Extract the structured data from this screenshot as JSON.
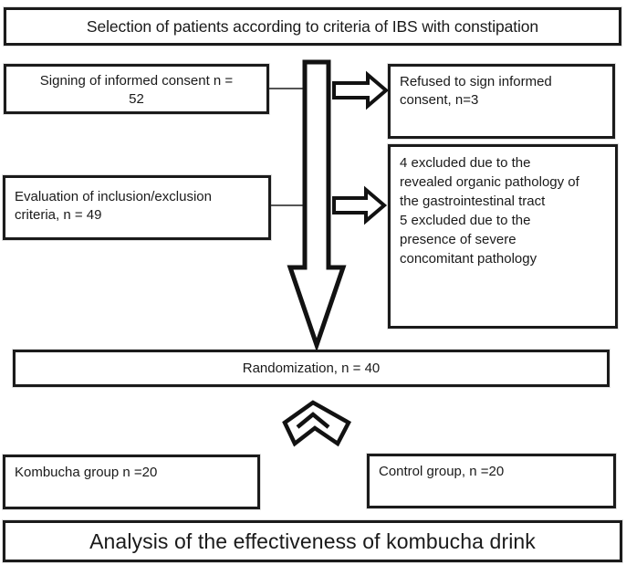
{
  "diagram": {
    "top_title": "Selection of patients according to criteria of IBS with constipation",
    "bottom_title": "Analysis of the effectiveness of kombucha drink",
    "boxes": {
      "consent": {
        "lines": [
          "Signing of informed consent n =",
          "52"
        ]
      },
      "refused": {
        "lines": [
          "Refused to sign informed",
          "consent, n=3"
        ]
      },
      "evaluation": {
        "lines": [
          "Evaluation of inclusion/exclusion",
          "criteria, n = 49"
        ]
      },
      "excluded": {
        "lines": [
          "4 excluded due to the",
          "revealed organic pathology of",
          "the gastrointestinal tract",
          "5 excluded due to the",
          "presence of severe",
          "concomitant pathology"
        ]
      },
      "randomization": {
        "label": "Randomization, n = 40"
      },
      "kombucha": {
        "label": "Kombucha group n =20"
      },
      "control": {
        "label": "Control group, n =20"
      }
    },
    "icons": {
      "main_flow": "down-arrow-icon",
      "exclusion_top": "right-arrow-icon",
      "exclusion_bottom": "right-arrow-icon",
      "randomization_split": "split-arrow-icon"
    },
    "colors": {
      "border": "#1b1b1b",
      "background": "#ffffff",
      "text": "#1a1a1a"
    }
  }
}
